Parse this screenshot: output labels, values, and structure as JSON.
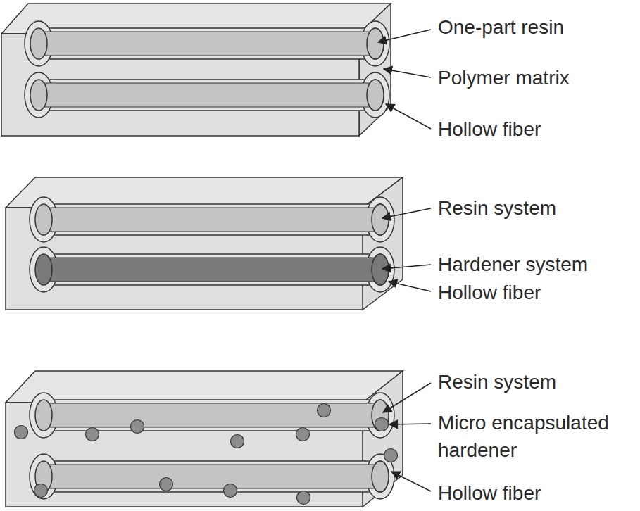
{
  "diagram": {
    "labels": [
      "One-part resin",
      "Polymer matrix",
      "Hollow fiber",
      "Resin system",
      "Hardener system",
      "Hollow fiber",
      "Resin system",
      "Micro encapsulated hardener",
      "Hollow fiber"
    ]
  }
}
